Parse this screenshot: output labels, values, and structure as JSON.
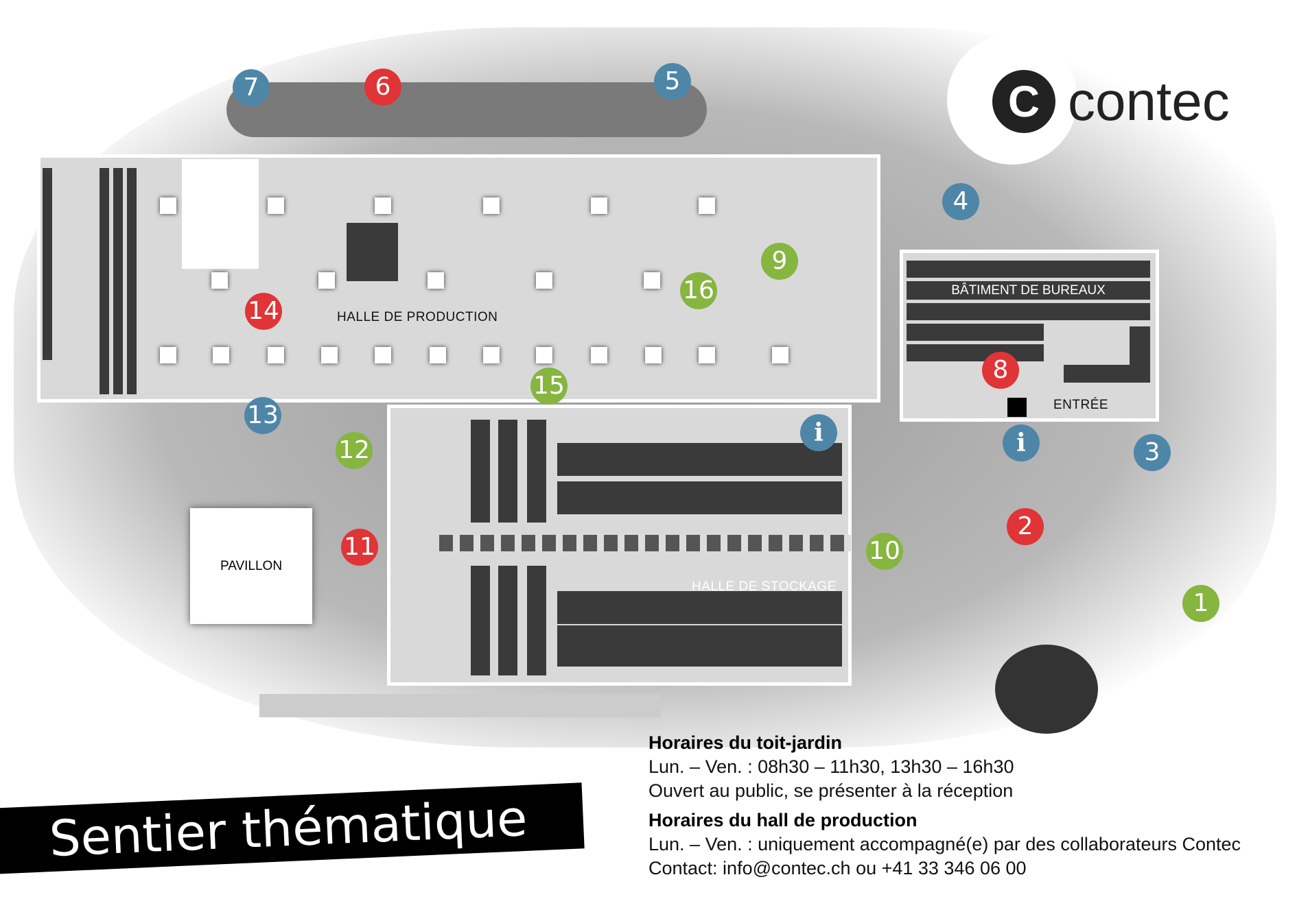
{
  "brand": {
    "name": "contec"
  },
  "title": "Sentier thématique",
  "buildings": {
    "production": "HALLE DE PRODUCTION",
    "offices": "BÂTIMENT DE BUREAUX",
    "entrance": "ENTRÉE",
    "storage": "HALLE DE STOCKAGE",
    "pavilion": "PAVILLON"
  },
  "markers": [
    {
      "n": "1",
      "color": "green"
    },
    {
      "n": "2",
      "color": "red"
    },
    {
      "n": "3",
      "color": "blue"
    },
    {
      "n": "4",
      "color": "blue"
    },
    {
      "n": "5",
      "color": "blue"
    },
    {
      "n": "6",
      "color": "red"
    },
    {
      "n": "7",
      "color": "blue"
    },
    {
      "n": "8",
      "color": "red"
    },
    {
      "n": "9",
      "color": "green"
    },
    {
      "n": "10",
      "color": "green"
    },
    {
      "n": "11",
      "color": "red"
    },
    {
      "n": "12",
      "color": "green"
    },
    {
      "n": "13",
      "color": "blue"
    },
    {
      "n": "14",
      "color": "red"
    },
    {
      "n": "15",
      "color": "green"
    },
    {
      "n": "16",
      "color": "green"
    }
  ],
  "info_icons": [
    "i",
    "i"
  ],
  "hours": {
    "roof_title": "Horaires du toit-jardin",
    "roof_line1": "Lun. – Ven. : 08h30 – 11h30, 13h30 – 16h30",
    "roof_line2": "Ouvert au public, se présenter à la réception",
    "hall_title": "Horaires du hall de production",
    "hall_line1": "Lun. – Ven. : uniquement accompagné(e) par des collaborateurs Contec",
    "contact": "Contact: info@contec.ch  ou  +41 33 346 06 00"
  },
  "colors": {
    "red": "#e03436",
    "green": "#86b540",
    "blue": "#4e86a8"
  }
}
